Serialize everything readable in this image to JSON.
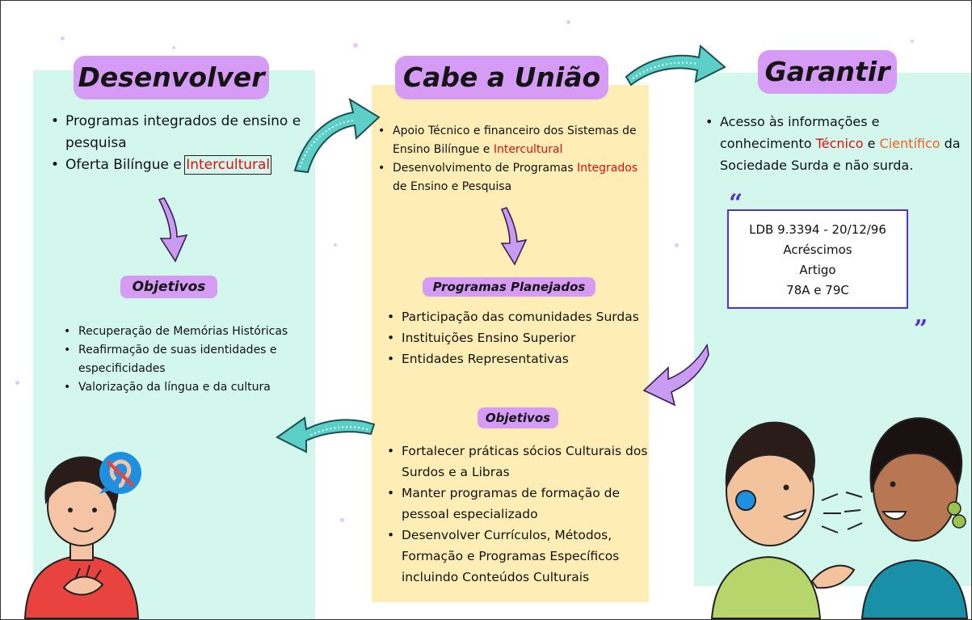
{
  "colors": {
    "mint_panel": "#d3f7ec",
    "yellow_panel": "#feeeb6",
    "title_purple": "#d69bf5",
    "highlight_red": "#e10d0d",
    "highlight_orange": "#f35f1c",
    "box_border": "#5a2fd1",
    "arrow_teal": "#5ccfc6",
    "arrow_purple": "#c99bf2"
  },
  "desenvolver": {
    "title": "Desenvolver",
    "items": [
      {
        "text": "Programas integrados de ensino e pesquisa"
      },
      {
        "prefix": "Oferta Bilíngue e ",
        "highlight": "Intercultural"
      }
    ],
    "objetivos": {
      "title": "Objetivos",
      "items": [
        "Recuperação de Memórias Históricas",
        "Reafirmação de suas identidades e especificidades",
        "Valorização da língua e da cultura"
      ]
    }
  },
  "uniao": {
    "title": "Cabe a União",
    "items": [
      {
        "prefix": "Apoio Técnico e financeiro dos Sistemas de Ensino Bilíngue e ",
        "highlight": "Intercultural",
        "suffix": ""
      },
      {
        "prefix": "Desenvolvimento de Programas ",
        "highlight": "Integrados",
        "suffix": " de Ensino e Pesquisa"
      }
    ],
    "programas": {
      "title": "Programas Planejados",
      "items": [
        "Participação das comunidades Surdas",
        "Instituições Ensino Superior",
        "Entidades Representativas"
      ]
    },
    "objetivos": {
      "title": "Objetivos",
      "items": [
        "Fortalecer práticas sócios Culturais dos Surdos e a Libras",
        "Manter programas de formação de pessoal especializado",
        "Desenvolver Currículos, Métodos, Formação e Programas Específicos incluindo Conteúdos Culturais"
      ]
    }
  },
  "garantir": {
    "title": "Garantir",
    "item": {
      "prefix": "Acesso às informações e conhecimento ",
      "highlight1": "Técnico",
      "middle": " e ",
      "highlight2": "Científico",
      "suffix": " da Sociedade Surda e não surda."
    },
    "ldb_lines": [
      "LDB 9.3394 - 20/12/96",
      "Acréscimos",
      "Artigo",
      "78A e 79C"
    ],
    "quote_open": "“",
    "quote_close": "”"
  },
  "icons": {
    "people": [
      "signing-person-illustration",
      "hearing-impaired-icon",
      "children-talking-illustration"
    ],
    "arrows": [
      "curved-arrow-teal",
      "curved-arrow-purple"
    ]
  }
}
